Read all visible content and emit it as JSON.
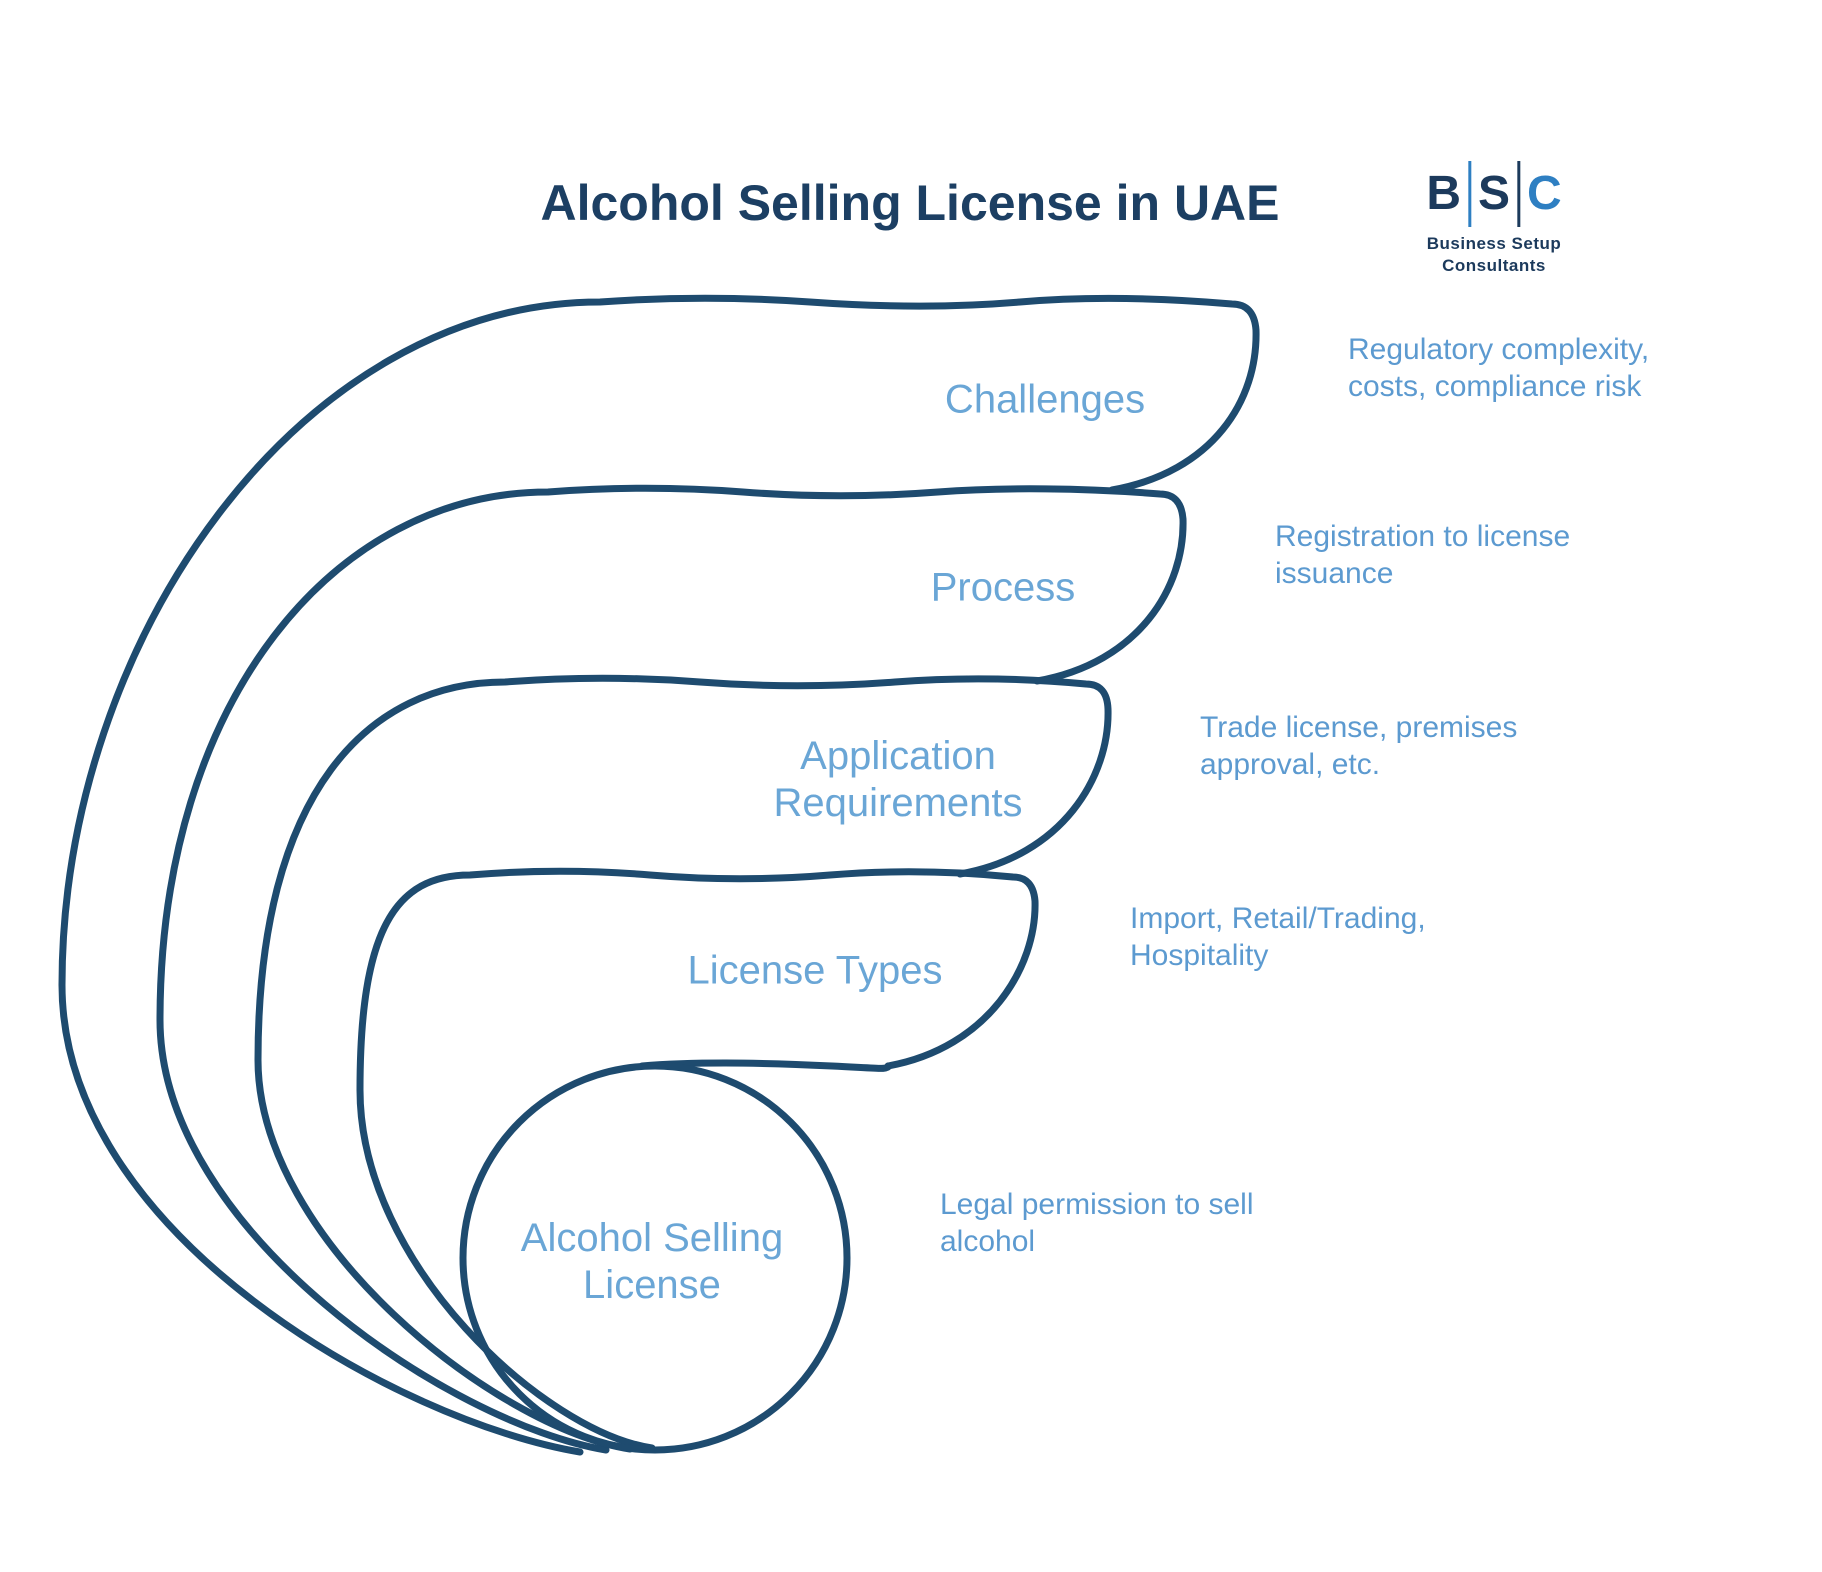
{
  "title": "Alcohol Selling License in UAE",
  "logo": {
    "letter_b": "B",
    "letter_s": "S",
    "letter_c": "C",
    "subtext": "Business Setup\nConsultants"
  },
  "levels": [
    {
      "label": "Challenges",
      "description": "Regulatory complexity,\ncosts, compliance risk"
    },
    {
      "label": "Process",
      "description": "Registration to license\nissuance"
    },
    {
      "label": "Application\nRequirements",
      "description": "Trade license, premises\napproval, etc."
    },
    {
      "label": "License Types",
      "description": "Import, Retail/Trading,\nHospitality"
    },
    {
      "label": "Alcohol Selling\nLicense",
      "description": "Legal permission to sell\nalcohol"
    }
  ],
  "colors": {
    "line": "#1e4b6f",
    "label": "#6aa6d6",
    "description": "#5c9ad0",
    "title": "#1c3f63",
    "logo_navy": "#1c3a5c",
    "logo_blue": "#2e7fc2",
    "background": "#ffffff"
  }
}
